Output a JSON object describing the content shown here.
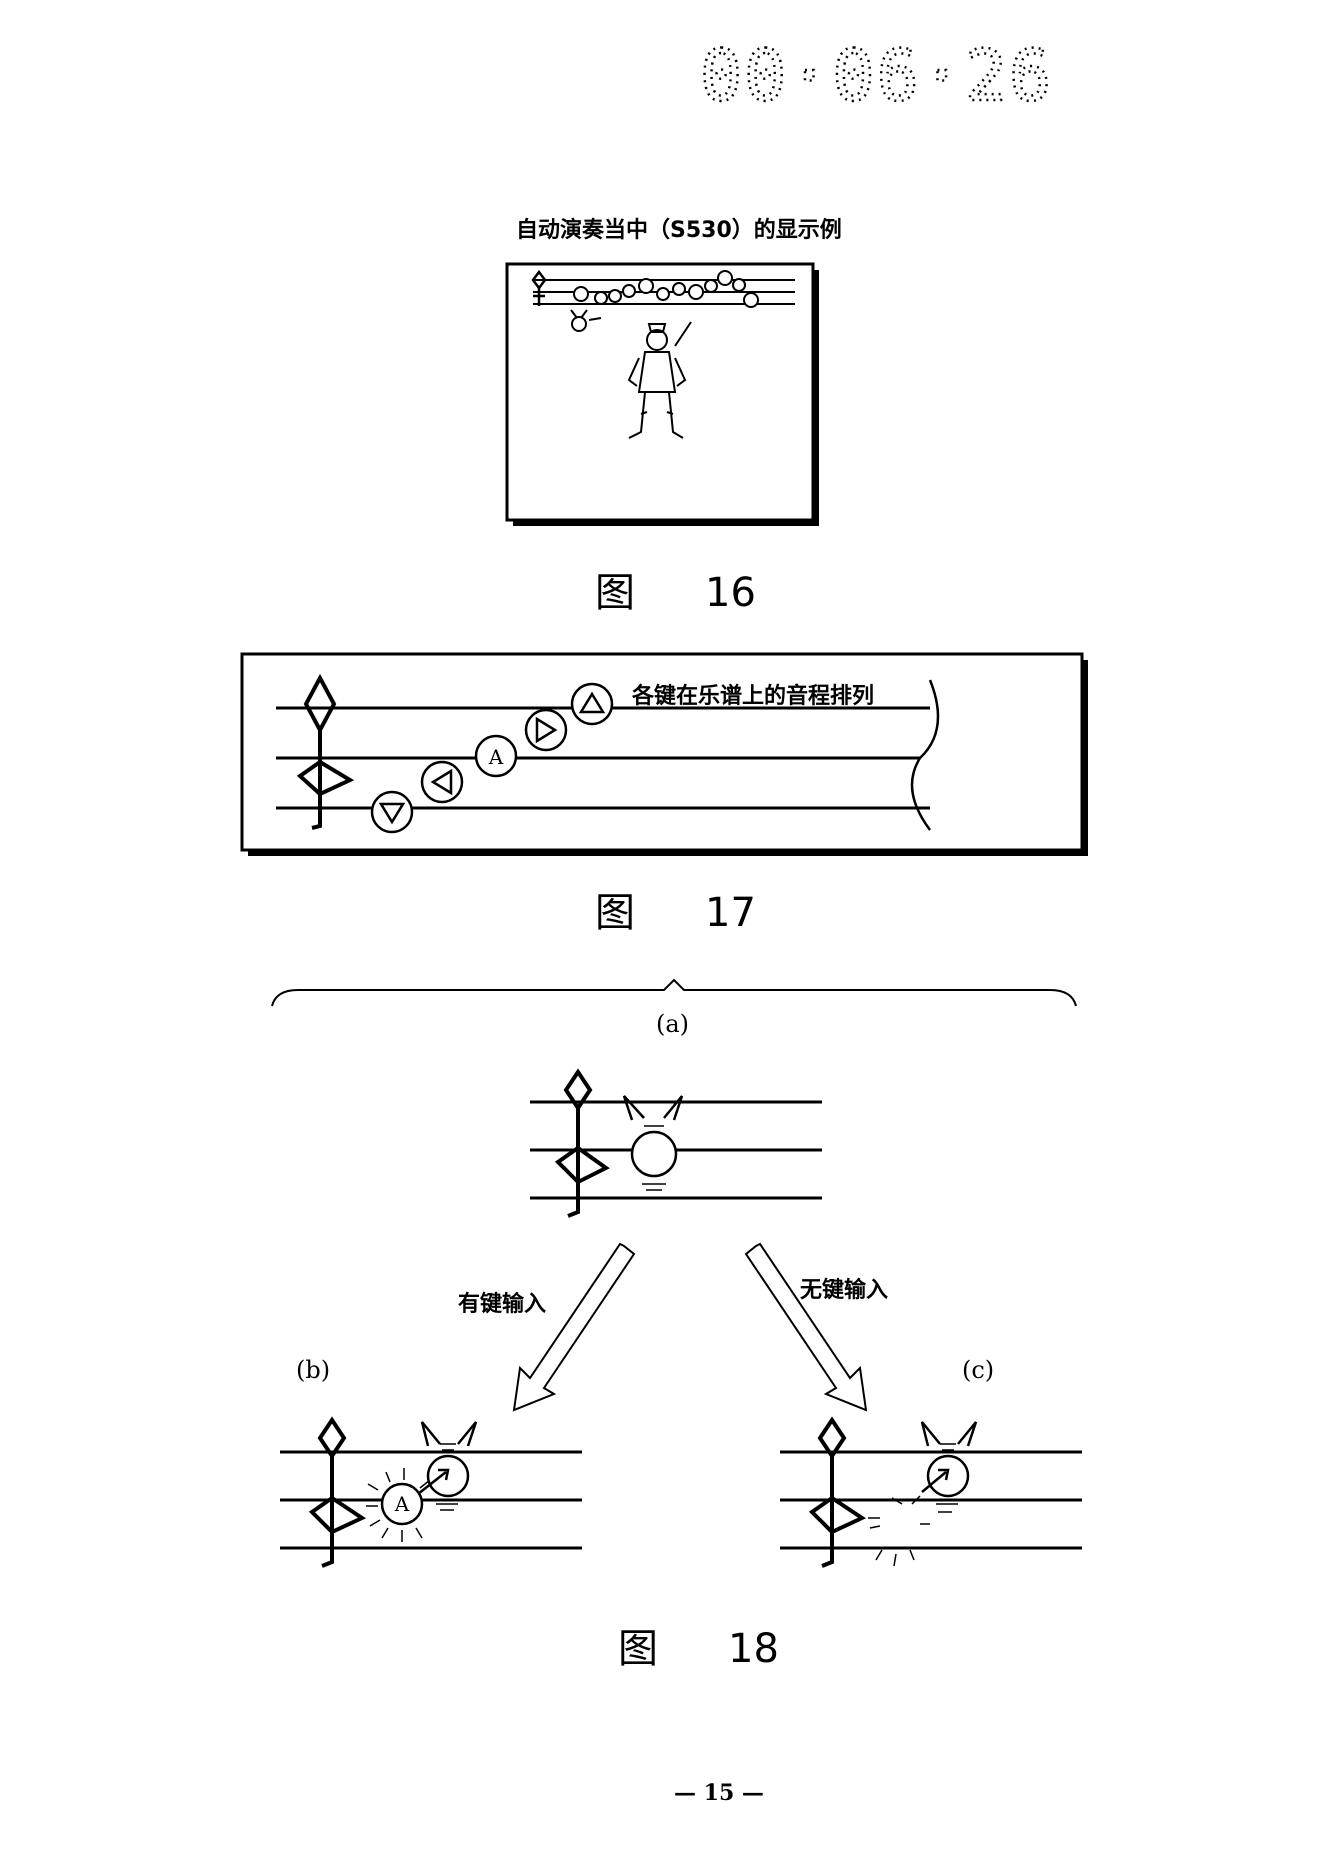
{
  "header": {
    "date_stamp": "00·06·26"
  },
  "figure16": {
    "title": "自动演奏当中（S530）的显示例",
    "caption_prefix": "图",
    "caption_number": "16"
  },
  "figure17": {
    "annotation": "各键在乐谱上的音程排列",
    "notes": [
      "▽",
      "◁",
      "A",
      "▷",
      "△"
    ],
    "caption_prefix": "图",
    "caption_number": "17"
  },
  "figure18": {
    "panel_a_label": "(a)",
    "panel_b_label": "(b)",
    "panel_c_label": "(c)",
    "arrow_left_label": "有键输入",
    "arrow_right_label": "无键输入",
    "note_label_b": "A",
    "caption_prefix": "图",
    "caption_number": "18"
  },
  "footer": {
    "page_number": "— 15 —"
  }
}
